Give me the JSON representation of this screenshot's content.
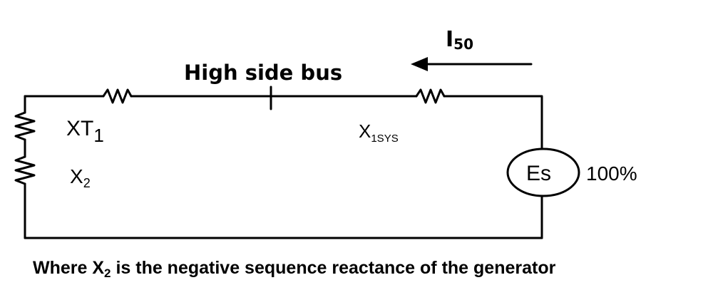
{
  "diagram": {
    "current_label": {
      "main": "I",
      "sub": "50"
    },
    "bus_label": "High side bus",
    "transformer_label": {
      "main": "XT",
      "sub": "1"
    },
    "negative_seq_label": {
      "main": "X",
      "sub": "2"
    },
    "system_label": {
      "main": "X",
      "sub": "1SYS"
    },
    "source_label": "Es",
    "source_value": "100%",
    "caption": {
      "before": "Where X",
      "sub": "2",
      "after": " is the negative sequence reactance of the generator"
    }
  }
}
